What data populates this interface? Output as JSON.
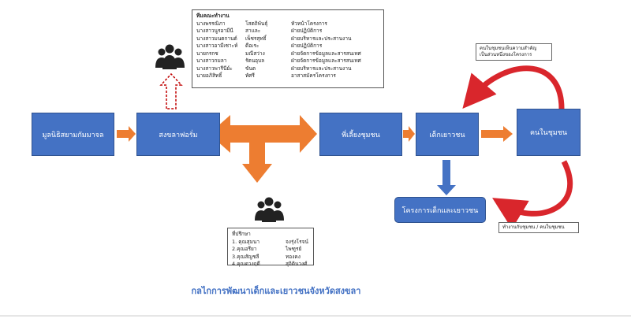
{
  "nodes": {
    "foundation": "มูลนิธิสยามกัมมาจล",
    "forum": "สงขลาฟอรั่ม",
    "mentor": "พี่เลี้ยงชุมชน",
    "youth": "เด็กเยาวชน",
    "community": "คนในชุมชน",
    "project": "โครงการเด็กและเยาวชน"
  },
  "team": {
    "heading": "ทีมคณะทำงาน",
    "members": [
      {
        "name": "นางพรรณิภา",
        "surname": "โสตถิพันธุ์",
        "role": "หัวหน้าโครงการ"
      },
      {
        "name": "นางสาวนูรอามีนี",
        "surname": "สาและ",
        "role": "ฝ่ายปฏิบัติการ"
      },
      {
        "name": "นางสาวมนตกานต์",
        "surname": "เพ็ชรสุทธิ์",
        "role": "ฝ่ายบริหารและประสานงาน"
      },
      {
        "name": "นางสาวอามีเซาะห์",
        "surname": "ดือเระ",
        "role": "ฝ่ายปฏิบัติการ"
      },
      {
        "name": "นายกรกช",
        "surname": "มณีสว่าง",
        "role": "ฝ่ายจัดการข้อมูลและสารสนเทศ"
      },
      {
        "name": "นางสาวกมลา",
        "surname": "รัตนอุบล",
        "role": "ฝ่ายจัดการข้อมูลและสารสนเทศ"
      },
      {
        "name": "นางสาวพารีนีย์ะ",
        "surname": "ขันต",
        "role": "ฝ่ายบริหารและประสานงาน"
      },
      {
        "name": "นายอภิสิทธิ์",
        "surname": "ทัศรี",
        "role": "อาสาสมัครโครงการ"
      }
    ]
  },
  "advisors": {
    "heading": "ที่ปรึกษา",
    "members": [
      {
        "name": "1. คุณสุมนา",
        "surname": "จงรุ่งโรจน์"
      },
      {
        "name": "2.คุณอรียา",
        "surname": "ไพฑูรย์"
      },
      {
        "name": "3.คุณสัญชลี",
        "surname": "ทองคง"
      },
      {
        "name": "4.คุณดวงฤดี",
        "surname": "สุจิตินวงศ์"
      }
    ]
  },
  "callouts": {
    "top_line1": "คนในชุมชนเห็นความสำคัญ",
    "top_line2": "เป็นส่วนหนึ่งของโครงการ",
    "bottom": "ทำงานกับชุมชน / คนในชุมชน"
  },
  "title": "กลไกการพัฒนาเด็กและเยาวชนจังหวัดสงขลา",
  "colors": {
    "box": "#4472C4",
    "arrow": "#ED7D31",
    "cycle": "#D9262C"
  }
}
